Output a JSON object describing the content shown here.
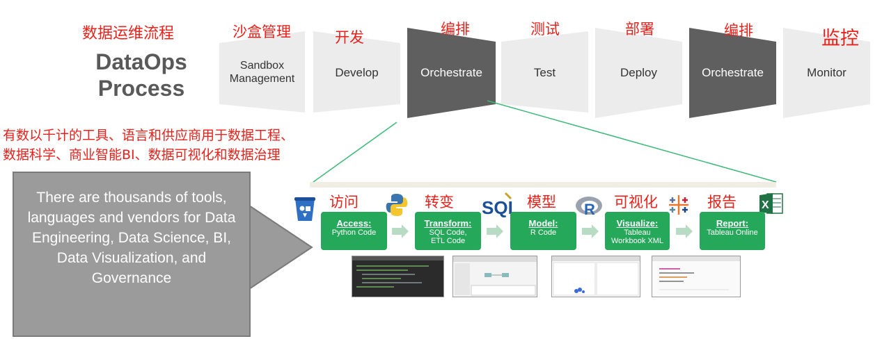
{
  "title_cn": "数据运维流程",
  "title_en_line1": "DataOps",
  "title_en_line2": "Process",
  "stages": [
    {
      "cn": "沙盒管理",
      "en_line1": "Sandbox",
      "en_line2": "Management",
      "dark": false
    },
    {
      "cn": "开发",
      "en_line1": "Develop",
      "en_line2": "",
      "dark": false
    },
    {
      "cn": "编排",
      "en_line1": "Orchestrate",
      "en_line2": "",
      "dark": true
    },
    {
      "cn": "测试",
      "en_line1": "Test",
      "en_line2": "",
      "dark": false
    },
    {
      "cn": "部署",
      "en_line1": "Deploy",
      "en_line2": "",
      "dark": false
    },
    {
      "cn": "编排",
      "en_line1": "Orchestrate",
      "en_line2": "",
      "dark": true
    },
    {
      "cn": "监控",
      "en_line1": "Monitor",
      "en_line2": "",
      "dark": false
    }
  ],
  "note_cn_line1": "有数以千计的工具、语言和供应商用于数据工程、",
  "note_cn_line2": "数据科学、商业智能BI、数据可视化和数据治理",
  "note_en": "There are thousands of tools, languages and vendors for Data Engineering, Data Science, BI, Data Visualization, and Governance",
  "tools": [
    {
      "cn": "访问",
      "title": "Access",
      "sub1": "Python Code",
      "sub2": "",
      "icon": "bucket-icon"
    },
    {
      "cn": "转变",
      "title": "Transform",
      "sub1": "SQL Code,",
      "sub2": "ETL Code",
      "icon": "python-icon"
    },
    {
      "cn": "模型",
      "title": "Model",
      "sub1": "R Code",
      "sub2": "",
      "icon": "sql-icon"
    },
    {
      "cn": "可视化",
      "title": "Visualize",
      "sub1": "Tableau",
      "sub2": "Workbook XML",
      "icon": "r-icon"
    },
    {
      "cn": "报告",
      "title": "Report",
      "sub1": "Tableau Online",
      "sub2": "",
      "icon": "tableau-icon"
    }
  ],
  "colors": {
    "accent_red": "#e8211b",
    "tool_green": "#25a85a",
    "dark_stage": "#5f5f5f",
    "light_stage": "#ececec"
  }
}
